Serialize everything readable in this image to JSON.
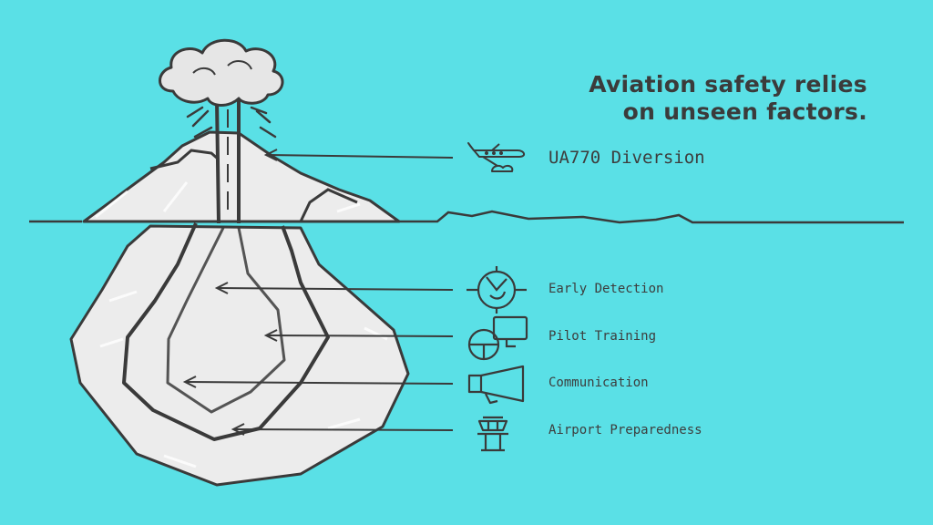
{
  "title": {
    "line1": "Aviation safety relies",
    "line2": "on unseen factors."
  },
  "top_item": {
    "label": "UA770 Diversion",
    "icon": "airplane-icon"
  },
  "factors": [
    {
      "label": "Early Detection",
      "icon": "radar-icon"
    },
    {
      "label": "Pilot Training",
      "icon": "flight-simulator-icon"
    },
    {
      "label": "Communication",
      "icon": "megaphone-icon"
    },
    {
      "label": "Airport Preparedness",
      "icon": "control-tower-icon"
    }
  ],
  "colors": {
    "background": "#5ae0e6",
    "ink": "#3a3a3a",
    "iceberg": "#ececec",
    "smoke": "#e6e6e6"
  }
}
